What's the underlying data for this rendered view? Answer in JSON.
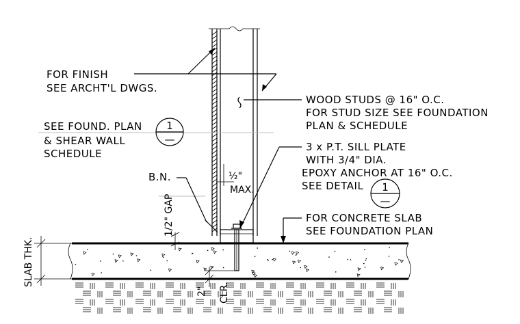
{
  "notes": {
    "finish": [
      "FOR FINISH",
      "SEE ARCHT'L DWGS."
    ],
    "found_plan": [
      "SEE FOUND. PLAN",
      "& SHEAR WALL",
      "SCHEDULE"
    ],
    "studs": [
      "WOOD STUDS @ 16\" O.C.",
      "FOR STUD SIZE SEE FOUNDATION",
      "PLAN & SCHEDULE"
    ],
    "sill": [
      "3 x P.T. SILL PLATE",
      "WITH 3/4\" DIA.",
      "EPOXY ANCHOR AT 16\" O.C.",
      "SEE DETAIL"
    ],
    "slab": [
      "FOR CONCRETE SLAB",
      "SEE FOUNDATION PLAN"
    ]
  },
  "dims": {
    "bn": "B.N.",
    "gap": "1/2\" GAP",
    "half_top": "½\"",
    "half_max": "MAX.",
    "slab_thk": "SLAB THK.",
    "two_in": "2\"",
    "clr": "CLR."
  },
  "bubbles": {
    "left": {
      "top": "1",
      "bottom": "—"
    },
    "right": {
      "top": "1",
      "bottom": "—"
    }
  }
}
